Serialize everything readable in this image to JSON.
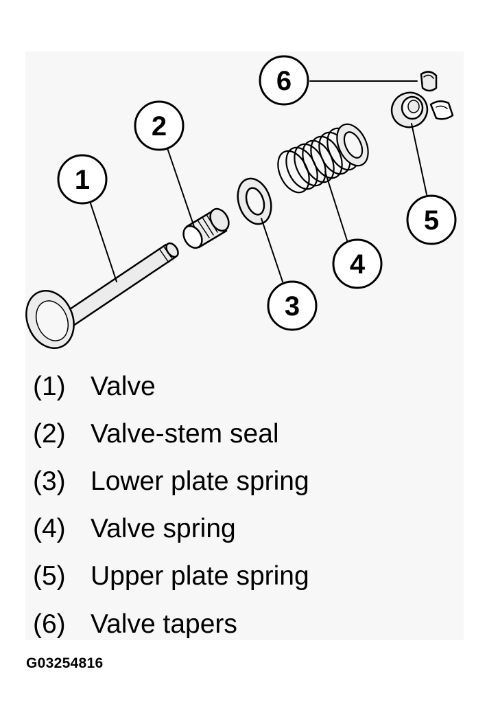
{
  "figure": {
    "id": "G03254816"
  },
  "callouts": [
    {
      "num": "1"
    },
    {
      "num": "2"
    },
    {
      "num": "3"
    },
    {
      "num": "4"
    },
    {
      "num": "5"
    },
    {
      "num": "6"
    }
  ],
  "legend": [
    {
      "num": "(1)",
      "label": "Valve"
    },
    {
      "num": "(2)",
      "label": "Valve-stem seal"
    },
    {
      "num": "(3)",
      "label": "Lower plate spring"
    },
    {
      "num": "(4)",
      "label": "Valve spring"
    },
    {
      "num": "(5)",
      "label": "Upper plate spring"
    },
    {
      "num": "(6)",
      "label": "Valve tapers"
    }
  ],
  "colors": {
    "ink": "#000000",
    "panel": "#f7f7f7",
    "part_fill": "#ececec"
  }
}
